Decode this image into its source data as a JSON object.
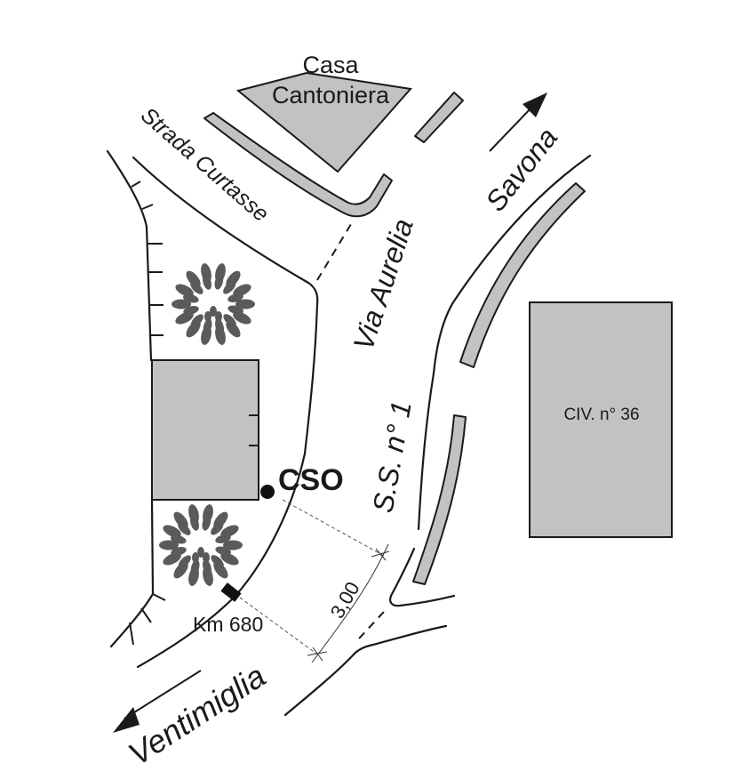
{
  "map": {
    "labels": {
      "casa_line1": "Casa",
      "casa_line2": "Cantoniera",
      "strada": "Strada Curtasse",
      "via_aurelia": "Via Aurelia",
      "ss1": "S.S. n° 1",
      "savona": "Savona",
      "ventimiglia": "Ventimiglia",
      "civ": "CIV. n° 36",
      "cso": "CSO",
      "km": "Km 680",
      "dimension": "3,00"
    },
    "colors": {
      "building_fill": "#c2c2c2",
      "line": "#1a1a1a",
      "tree": "#5a5a5a"
    }
  }
}
